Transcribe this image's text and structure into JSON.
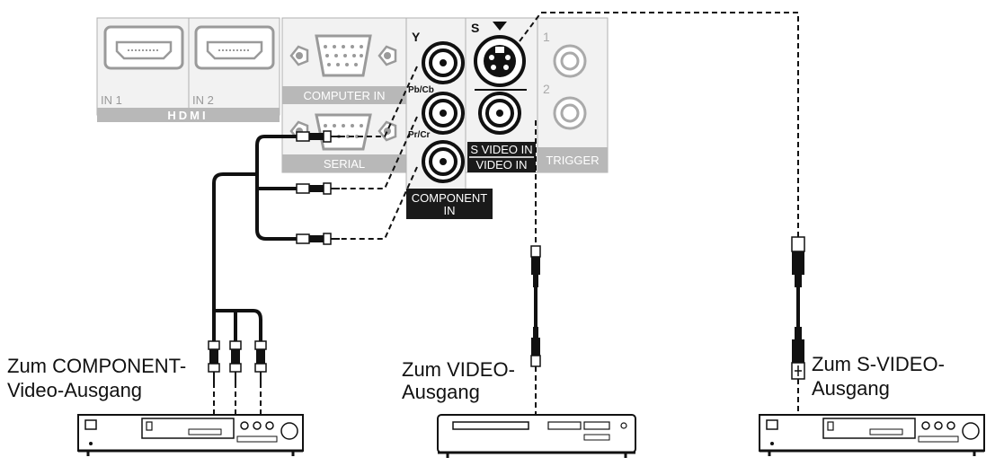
{
  "panel": {
    "hdmi_in1": "IN 1",
    "hdmi_in2": "IN 2",
    "hdmi_logo": "HDMI",
    "computer_in": "COMPUTER  IN",
    "serial": "SERIAL",
    "component_y": "Y",
    "component_pb": "Pb/Cb",
    "component_pr": "Pr/Cr",
    "component_in_line1": "COMPONENT",
    "component_in_line2": "IN",
    "s_video_mark": "S",
    "s_video_in": "S VIDEO IN",
    "video_in": "VIDEO IN",
    "trigger_1": "1",
    "trigger_2": "2",
    "trigger": "TRIGGER"
  },
  "labels": {
    "component_line1": "Zum COMPONENT-",
    "component_line2": "Video-Ausgang",
    "video_line1": "Zum VIDEO-",
    "video_line2": "Ausgang",
    "svideo_line1": "Zum S-VIDEO-",
    "svideo_line2": "Ausgang"
  },
  "colors": {
    "panel_fill": "#f2f2f2",
    "panel_stroke": "#b0b0b0",
    "label_band": "#b8b8b8",
    "dark_band": "#1a1a1a",
    "cable": "#111111"
  }
}
